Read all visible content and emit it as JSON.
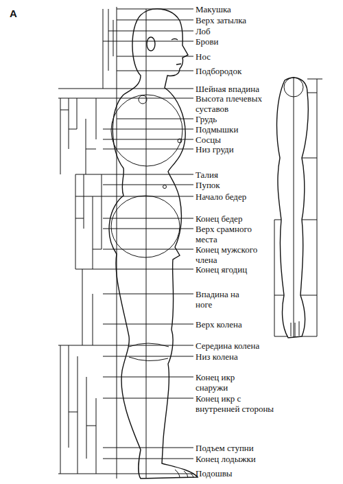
{
  "diagram": {
    "labels": [
      "A",
      "Макушка",
      "Верх затылка",
      "Лоб",
      "Брови",
      "Нос",
      "Подбородок",
      "Шейная впадина",
      "Высота плечевых суставов",
      "Грудь",
      "Подмышки",
      "Сосцы",
      "Низ груди",
      "Талия",
      "Пупок",
      "Начало бедер",
      "Конец бедер",
      "Верх срамного места",
      "Конец мужского члена",
      "Конец ягодиц",
      "Впадина на ноге",
      "Верх колена",
      "Середина колена",
      "Низ колена",
      "Конец икр снаружи",
      "Конец икр с внутренней стороны",
      "Подъем ступни",
      "Конец лодыжки",
      "Подошвы"
    ]
  }
}
